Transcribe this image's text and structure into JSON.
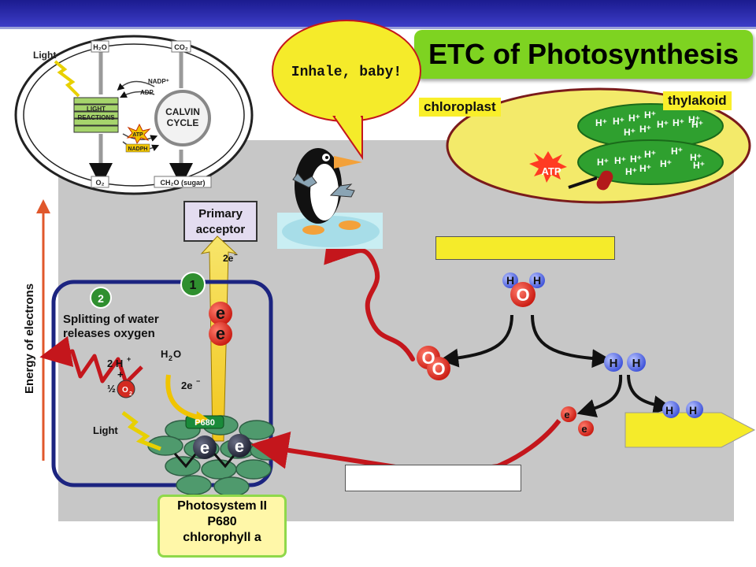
{
  "title": "ETC of Photosynthesis",
  "speech_bubble": "Inhale, baby!",
  "labels": {
    "chloroplast": "chloroplast",
    "thylakoid": "thylakoid",
    "atp": "ATP",
    "primary_acceptor_1": "Primary",
    "primary_acceptor_2": "acceptor",
    "energy_axis": "Energy of electrons",
    "splitting_1": "Splitting of water",
    "splitting_2": "releases oxygen",
    "light": "Light",
    "p680": "P680",
    "two_h_plus": "2 H",
    "plus": "+",
    "half": "½",
    "o2": "O",
    "h2o": "H",
    "two_e": "2e",
    "two_e_top": "2e",
    "step1": "1",
    "step2": "2",
    "photosystem": [
      "Photosystem II",
      "P680",
      "chlorophyll a"
    ]
  },
  "cycle_diagram": {
    "light": "Light",
    "h2o": "H₂O",
    "co2": "CO₂",
    "nadp": "NADP⁺",
    "adp": "ADP",
    "light_reactions_1": "LIGHT",
    "light_reactions_2": "REACTIONS",
    "calvin_1": "CALVIN",
    "calvin_2": "CYCLE",
    "atp": "ATP",
    "nadph": "NADPH",
    "o2": "O₂",
    "sugar": "CH₂O (sugar)"
  },
  "molecules": {
    "o": "O",
    "h": "H",
    "e_small": "e",
    "e_big": "e",
    "hplus": "H"
  },
  "colors": {
    "title_bg": "#7ed321",
    "tag_bg": "#f9ef2a",
    "chloroplast_fill": "#f3ea6a",
    "thylakoid_fill": "#2fa02f",
    "arrow_red": "#c4161c",
    "panel_blue": "#1c2480"
  }
}
